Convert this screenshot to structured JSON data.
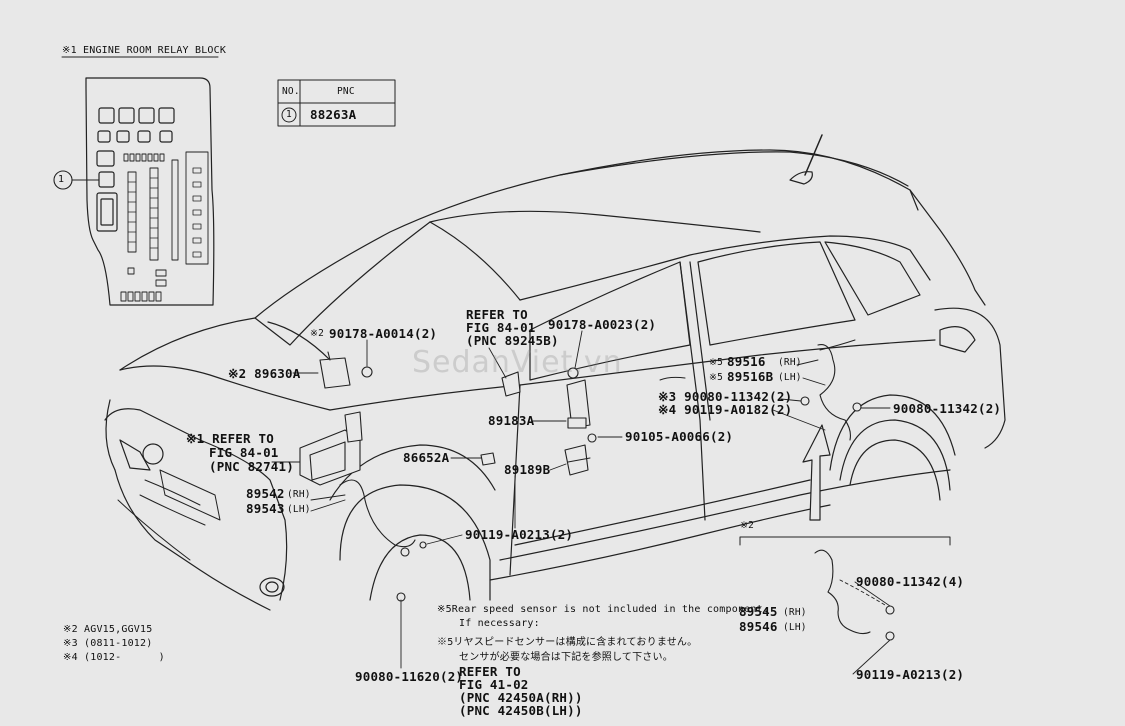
{
  "relay_block": {
    "title": "※1 ENGINE ROOM RELAY BLOCK",
    "callout": "1"
  },
  "pnc_table": {
    "header_no": "NO.",
    "header_pnc": "PNC",
    "row_no": "1",
    "row_pnc": "88263A"
  },
  "labels": {
    "p1_note": "※2",
    "p1": "90178-A0014(2)",
    "p2": "※2 89630A",
    "p3_line1": "REFER TO",
    "p3_line2": "FIG 84-01",
    "p3_line3": "(PNC 89245B)",
    "p4": "90178-A0023(2)",
    "p5_line1": "※1 REFER TO",
    "p5_line2": "FIG 84-01",
    "p5_line3": "(PNC 82741)",
    "p6_num": "89542",
    "p6_side": "(RH)",
    "p7_num": "89543",
    "p7_side": "(LH)",
    "p8": "86652A",
    "p9": "89183A",
    "p10": "89189B",
    "p11": "90105-A0066(2)",
    "p12": "90119-A0213(2)",
    "p13": "90080-11620(2)",
    "p14_num": "89516",
    "p14_side": "(RH)",
    "p15_num": "89516B",
    "p15_side": "(LH)",
    "p14_prefix": "※5",
    "p15_prefix": "※5",
    "p16": "※3 90080-11342(2)",
    "p17": "※4 90119-A0182(2)",
    "p18": "90080-11342(2)",
    "inset_tag": "※2",
    "p19": "90080-11342(4)",
    "p20_num": "89545",
    "p20_side": "(RH)",
    "p21_num": "89546",
    "p21_side": "(LH)",
    "p22": "90119-A0213(2)"
  },
  "notes": {
    "n1": "※5Rear speed sensor is not included in the component.",
    "n2": "If necessary:",
    "n3": "※5リヤスピードセンサーは構成に含まれておりません。",
    "n4": "センサが必要な場合は下記を参照して下さい。",
    "n5": "REFER TO",
    "n6": "FIG 41-02",
    "n7": "(PNC 42450A(RH))",
    "n8": "(PNC 42450B(LH))"
  },
  "legend": {
    "l1": "※2 AGV15,GGV15",
    "l2": "※3 (0811-1012)",
    "l3": "※4 (1012-      )"
  },
  "watermark": "SedanViet.vn"
}
